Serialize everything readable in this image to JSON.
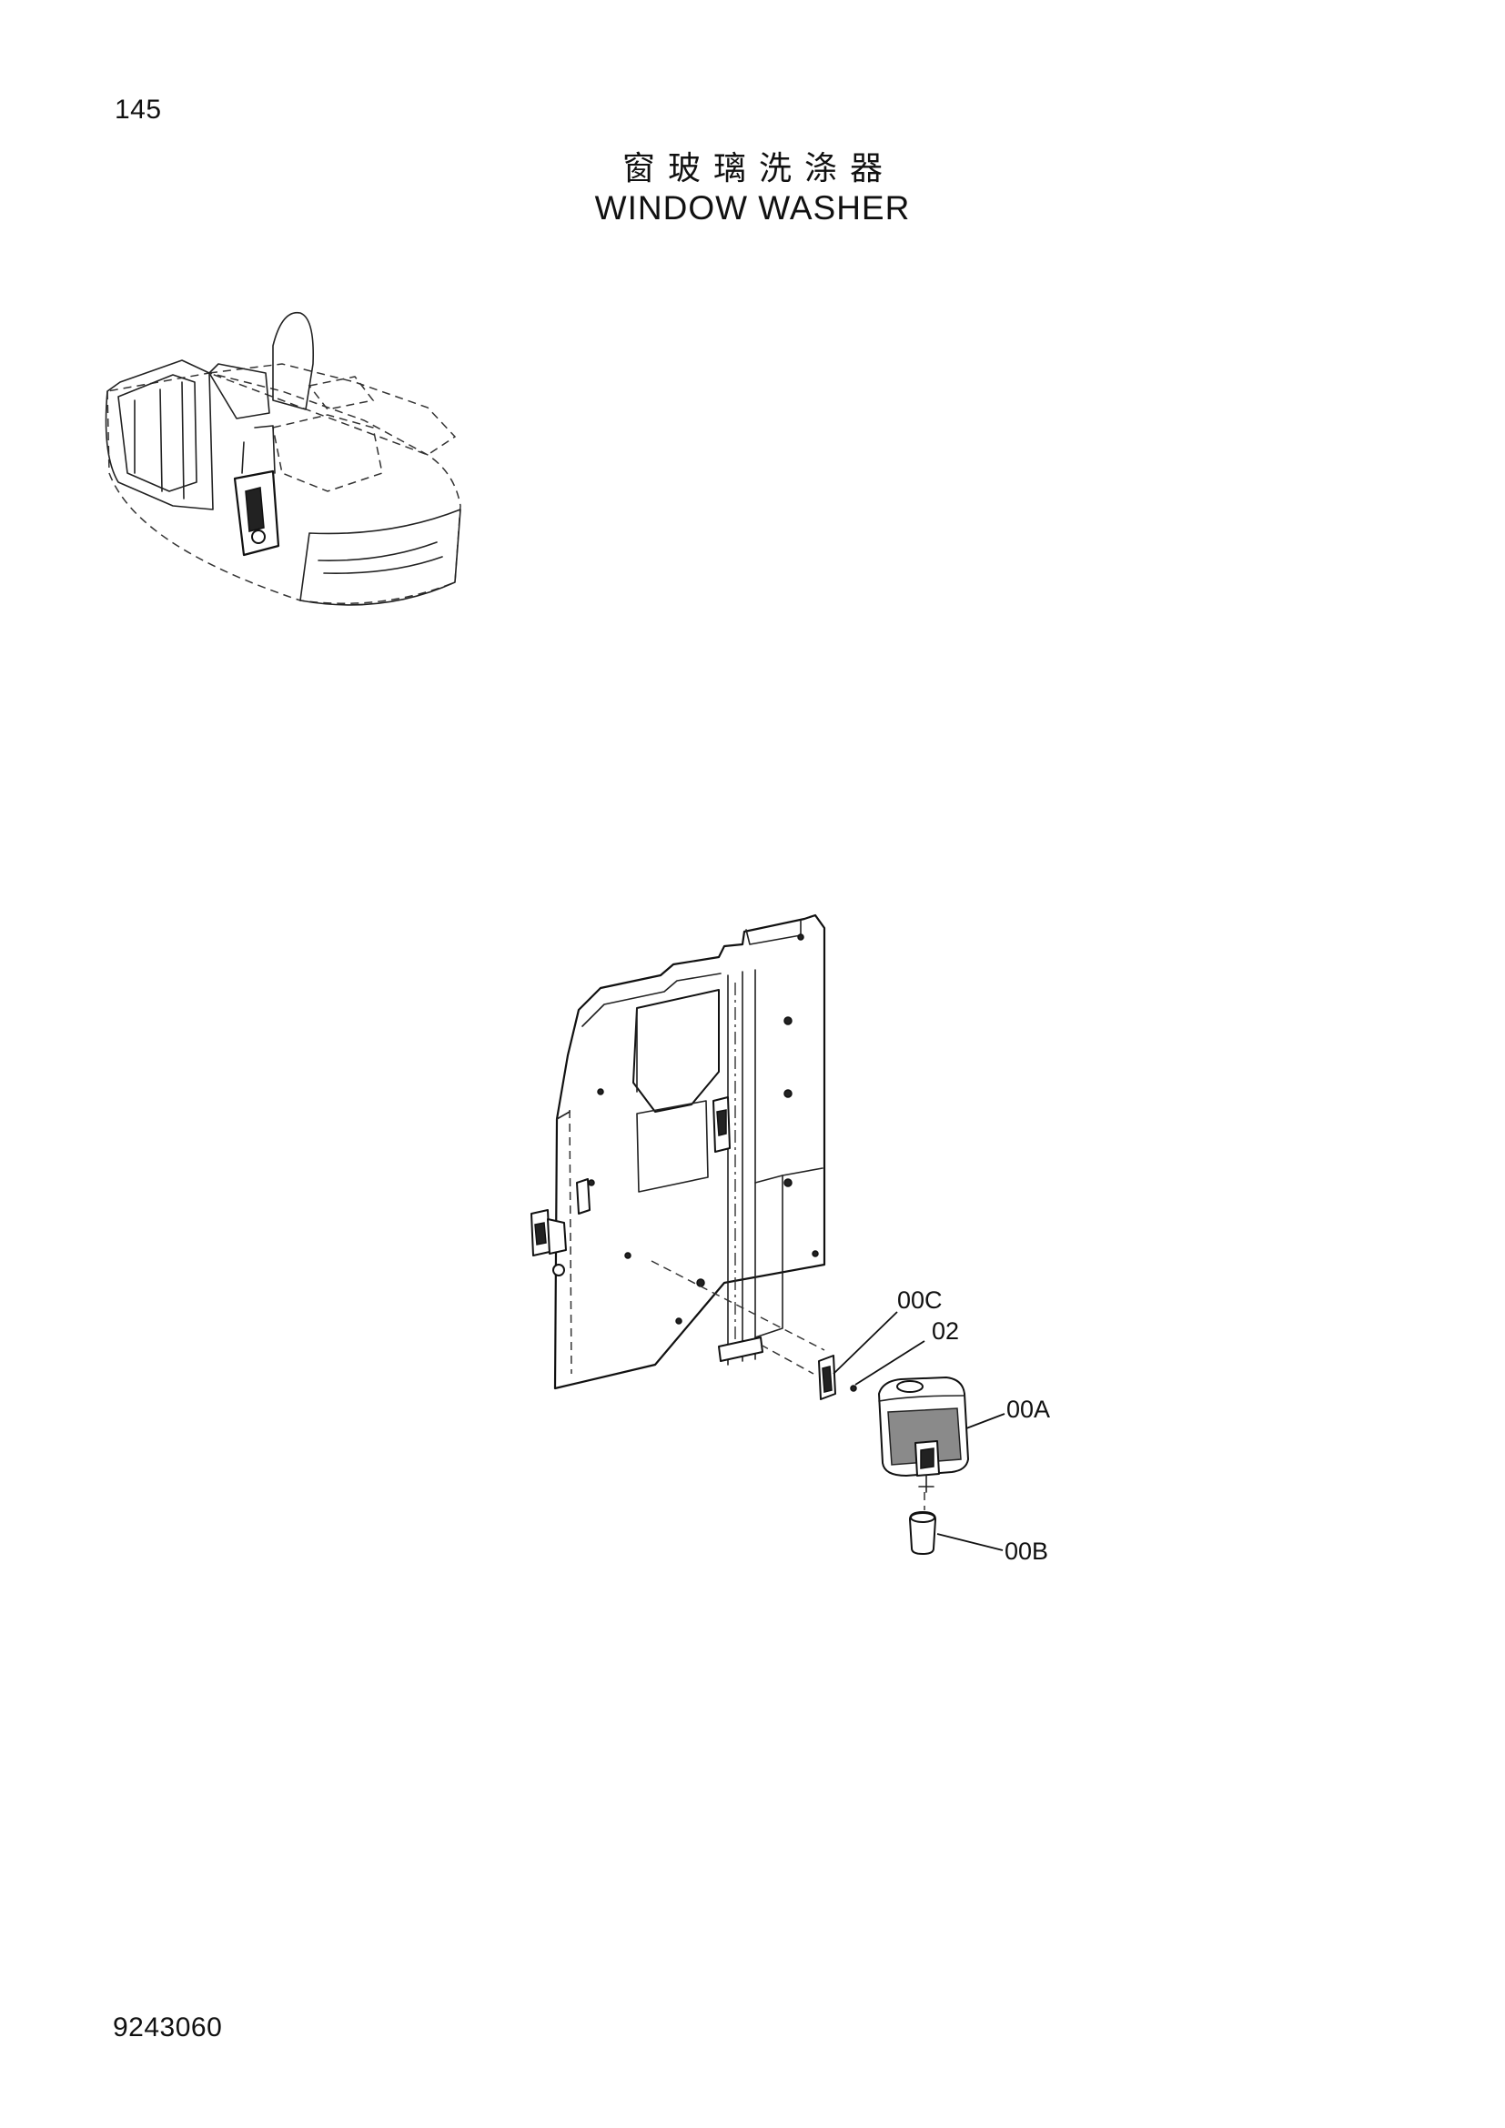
{
  "page": {
    "number": "145",
    "title_cn": "窗玻璃洗涤器",
    "title_en": "WINDOW WASHER",
    "doc_code": "9243060"
  },
  "callouts": [
    {
      "id": "c-00c",
      "label": "00C"
    },
    {
      "id": "c-02",
      "label": "02"
    },
    {
      "id": "c-00a",
      "label": "00A"
    },
    {
      "id": "c-00b",
      "label": "00B"
    }
  ]
}
